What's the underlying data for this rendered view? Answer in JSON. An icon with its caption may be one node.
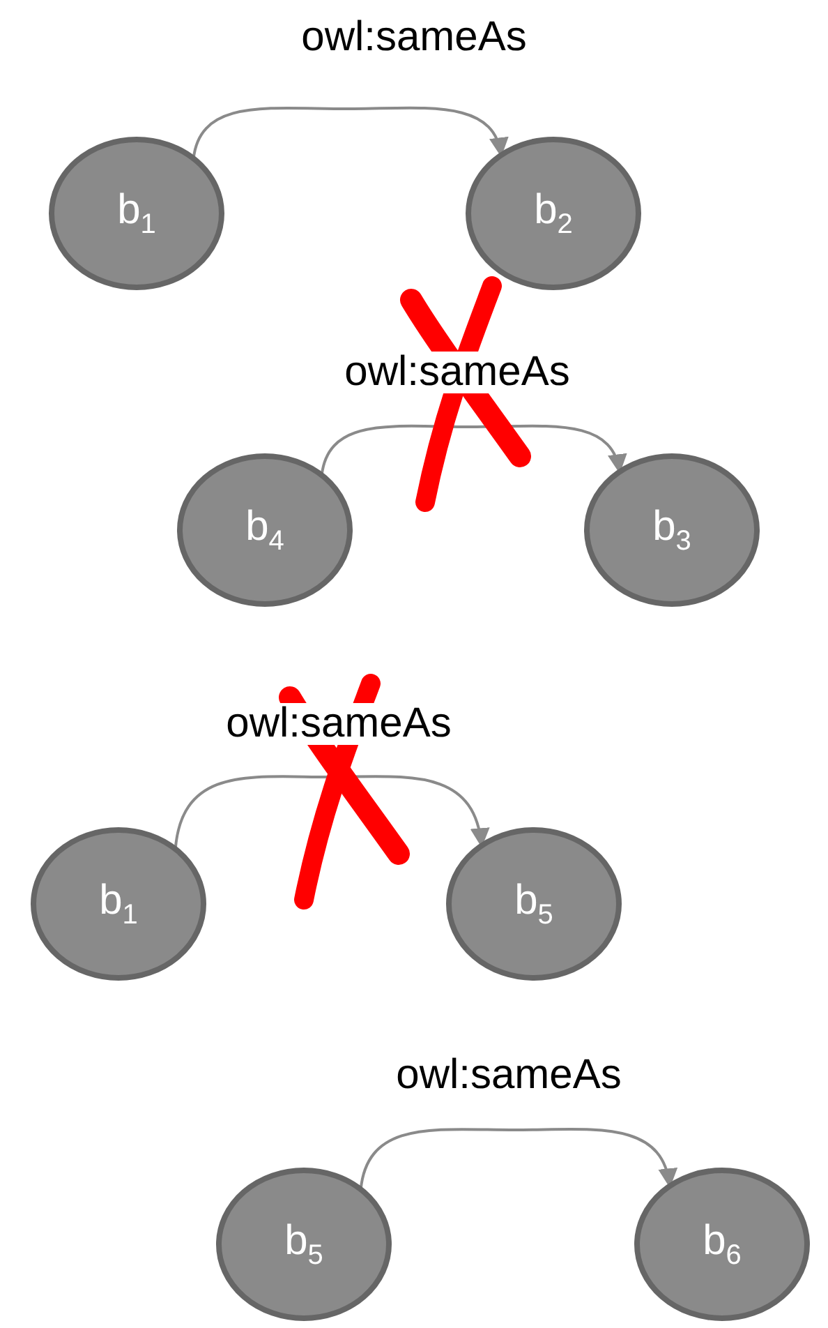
{
  "diagram": {
    "nodes": [
      {
        "text": [
          "b$_{1}$"
        ]
      },
      {
        "text": [
          "b$_{2}$"
        ]
      },
      {
        "text": [
          "b$_{4}$"
        ]
      },
      {
        "text": [
          "b$_{3}$"
        ]
      },
      {
        "text": [
          "b$_{1}$"
        ]
      },
      {
        "text": [
          "b$_{5}$"
        ]
      },
      {
        "text": [
          "b$_{5}$"
        ]
      },
      {
        "text": [
          "b$_{6}$"
        ]
      }
    ],
    "edges": [
      {
        "from": 0,
        "to": 1,
        "arrow": "to",
        "label": "owl:sameAs"
      },
      {
        "from": 2,
        "to": 3,
        "arrow": "to",
        "label": "owl:sameAs"
      },
      {
        "from": 4,
        "to": 5,
        "arrow": "to",
        "label": "owl:sameAs"
      },
      {
        "from": 6,
        "to": 7,
        "arrow": "to",
        "label": "owl:sameAs"
      }
    ]
  }
}
